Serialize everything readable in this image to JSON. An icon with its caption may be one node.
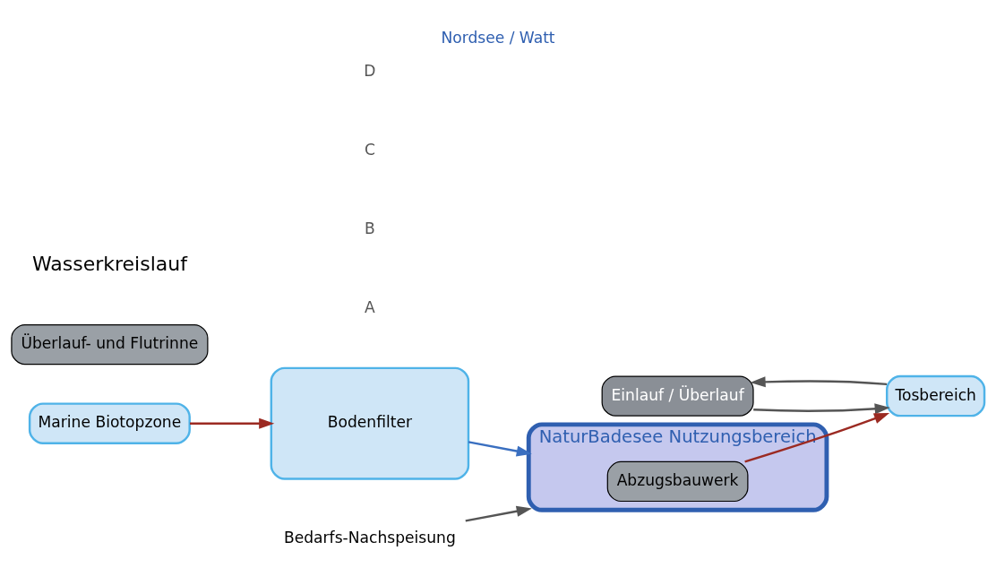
{
  "diagram": {
    "title": "Nordsee / Watt",
    "caption": "Wasserkreislauf",
    "nodes": [
      {
        "text": [
          "Einlauf / Überlauf"
        ]
      },
      {
        "text": [
          "Marine Biotopzone"
        ]
      },
      {
        "text": [
          "Tosbereich"
        ]
      },
      {
        "text": [
          "NaturBadesee Nutzungsbereich"
        ]
      },
      {
        "text": [
          "Überlauf- und Flutrinne"
        ]
      },
      {
        "text": [
          "Abzugsbauwerk"
        ],
        "in": 3
      },
      {
        "text": [
          "Bodenfilter"
        ]
      },
      {
        "text": [
          "Bedarfs-Nachspeisung"
        ]
      }
    ],
    "edges": [
      {
        "from": 2,
        "to": 0,
        "arrow": "to",
        "color": "#555555"
      },
      {
        "from": 0,
        "to": 2,
        "arrow": "to",
        "color": "#555555"
      },
      {
        "from": 5,
        "to": 2,
        "arrow": "to",
        "color": "#9b2a22"
      },
      {
        "from": 1,
        "to": 6,
        "arrow": "to",
        "color": "#9b2a22"
      },
      {
        "from": 6,
        "to": 3,
        "arrow": "to",
        "color": "#3a6fc0"
      },
      {
        "from": 7,
        "to": 3,
        "arrow": "to",
        "color": "#555555"
      }
    ],
    "labels": [
      "A",
      "B",
      "C",
      "D"
    ]
  }
}
